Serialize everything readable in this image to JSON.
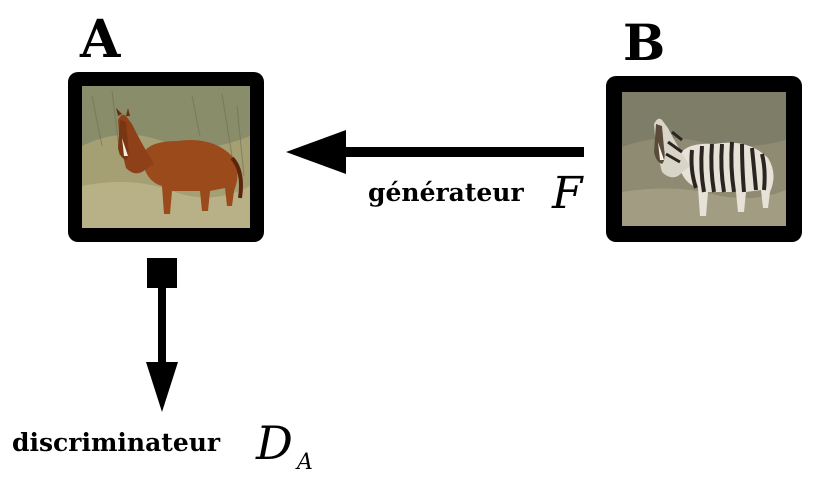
{
  "domain_a": {
    "label": "A"
  },
  "domain_b": {
    "label": "B"
  },
  "generator": {
    "caption": "générateur",
    "symbol": "F"
  },
  "discriminator": {
    "caption": "discriminateur",
    "symbol": "D",
    "subscript": "A"
  },
  "images": {
    "domain_a": "horse-photo",
    "domain_b": "zebra-photo"
  },
  "colors": {
    "frame": "#000000",
    "arrow": "#000000",
    "background": "#ffffff"
  }
}
